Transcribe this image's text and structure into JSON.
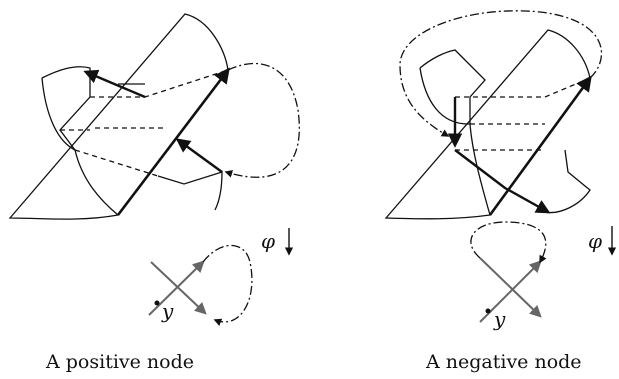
{
  "left_figure": {
    "caption": "A positive node",
    "flow_symbol": "φ",
    "point_label": "y"
  },
  "right_figure": {
    "caption": "A negative node",
    "flow_symbol": "φ",
    "point_label": "y"
  }
}
